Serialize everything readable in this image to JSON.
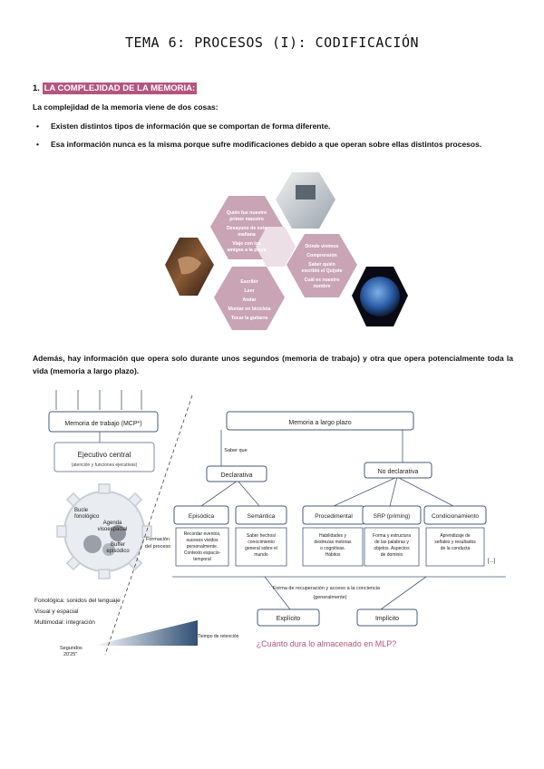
{
  "page": {
    "title": "TEMA 6: PROCESOS (I): CODIFICACIÓN",
    "section_number": "1.",
    "section_heading": "LA COMPLEJIDAD DE LA MEMORIA:",
    "intro": "La complejidad de la memoria viene de dos cosas:",
    "bullets": [
      "Existen distintos tipos de información que se comportan de forma diferente.",
      "Esa información nunca es la misma porque sufre modificaciones debido a que operan sobre ellas distintos procesos."
    ],
    "paragraph2": "Además, hay información que opera solo durante unos segundos (memoria de trabajo) y otra que opera potencialmente toda la vida (memoria a largo plazo)."
  },
  "hexagons": {
    "top": [
      "Quién fue nuestro",
      "primer maestro",
      "Desayuno de esta",
      "mañana",
      "Viaje con los",
      "amigos a la playa"
    ],
    "right": [
      "Dónde vivimos",
      "Comprensión",
      "Saber quién",
      "escribió el Quijote",
      "Cuál es nuestro",
      "nombre"
    ],
    "bottom": [
      "Escribir",
      "Leer",
      "Andar",
      "Montar en bicicleta",
      "Tocar la guitarra"
    ]
  },
  "diagram": {
    "mcp": "Memoria de trabajo (MCP*)",
    "ejecutivo": "Ejecutivo central",
    "ejecutivo_sub": "(atención y funciones ejecutivas)",
    "bucle": [
      "Bucle",
      "fonológico"
    ],
    "agenda": [
      "Agenda",
      "visoespacial"
    ],
    "buffer": [
      "Buffer",
      "episódico"
    ],
    "left_list": [
      "Fonológica: sonidos del lenguaje",
      "Visual y espacial",
      "Multimodal: integración"
    ],
    "segundos": [
      "Segundos",
      "20'25\""
    ],
    "tiempo": "Tiempo de retención",
    "formacion": [
      "Formación",
      "del proceso"
    ],
    "mlp": "Memoria a largo plazo",
    "saber_que": "Saber que",
    "declarativa": "Declarativa",
    "no_declarativa": "No declarativa",
    "episodica": "Episódica",
    "semantica": "Semántica",
    "procedimental": "Procedimental",
    "srp": "SRP (priming)",
    "condicionamiento": "Condicionamiento",
    "episodica_desc": [
      "Recordar eventos,",
      "sucesos vividos",
      "personalmente.",
      "Contexto espacio-",
      "temporal"
    ],
    "semantica_desc": [
      "Saber hechos/",
      "conocimiento",
      "general sobre el",
      "mundo"
    ],
    "procedimental_desc": [
      "Habilidades y",
      "destrezas motoras",
      "o cognitivas.",
      "Hábitos"
    ],
    "srp_desc": [
      "Forma y estructura",
      "de las palabras y",
      "objetos. Aspectos",
      "de dominio"
    ],
    "condicionamiento_desc": [
      "Aprendizaje de",
      "señales y resultados",
      "de la conducta"
    ],
    "ellipsis": "[...]",
    "forma": "Forma de recuperación y acceso a la conciencia",
    "generalmente": "(generalmente)",
    "explicito": "Explícito",
    "implicito": "Implícito",
    "question": "¿Cuánto dura lo almacenado en MLP?"
  },
  "colors": {
    "accent": "#b5547e",
    "hex_fill": "#c9a4b4",
    "hex_center": "#ecdfe5",
    "box_border": "#4a5a7a"
  }
}
